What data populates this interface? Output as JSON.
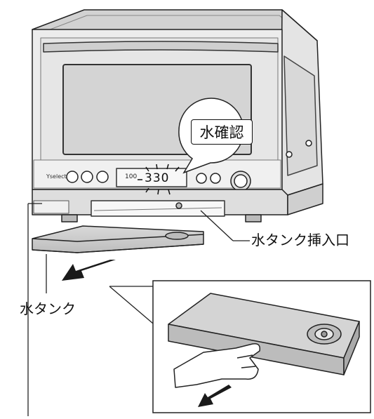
{
  "callouts": {
    "water_check": "水確認",
    "tank_slot": "水タンク挿入口",
    "water_tank": "水タンク"
  },
  "panel": {
    "brand": "Yselect",
    "temp": "100",
    "time": "330"
  }
}
